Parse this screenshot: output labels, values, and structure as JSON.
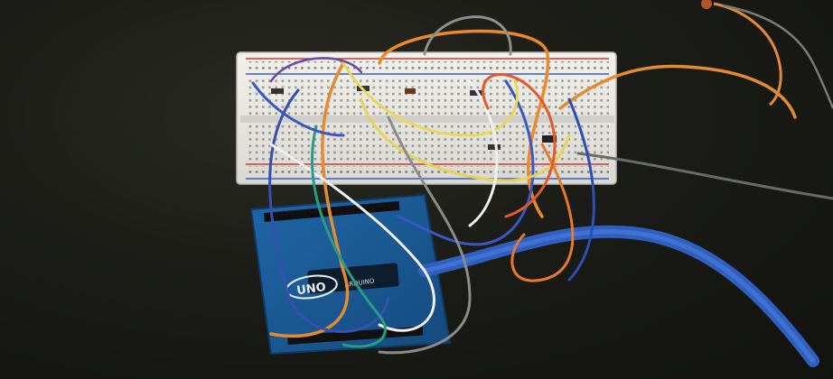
{
  "photo": {
    "subject": "breadboard-and-arduino-wiring",
    "arduino": {
      "logo_text": "UNO",
      "brand_text": "ARDUINO"
    },
    "colors": {
      "background": "#1a1b16",
      "breadboard": "#ecebe6",
      "breadboard_rail_red": "#c23b3b",
      "breadboard_rail_blue": "#3a5ec2",
      "arduino_board": "#1d5d9e",
      "usb_cable": "#2f5fbf"
    },
    "icons": [
      "breadboard-icon",
      "arduino-board-icon",
      "usb-cable-icon",
      "led-icon"
    ]
  }
}
